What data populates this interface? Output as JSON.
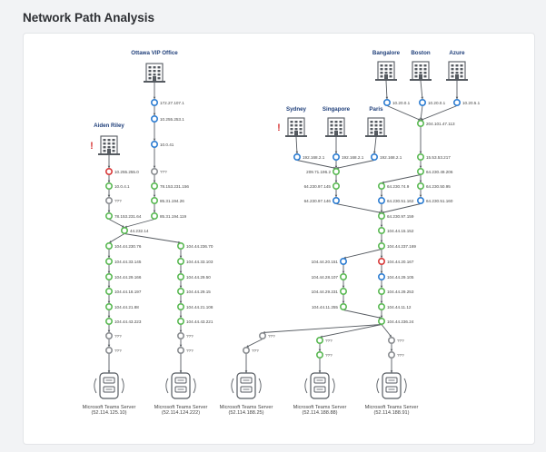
{
  "title": "Network Path Analysis",
  "colors": {
    "accent": "#2d7dd2",
    "healthy": "#5ab953",
    "unknown": "#8a8d91",
    "error": "#d83a3a",
    "line": "#555a60"
  },
  "icons": {
    "site": "building-icon",
    "server": "server-icon",
    "alert": "exclamation-icon"
  },
  "sites": [
    {
      "id": "s_aiden",
      "label": "Aiden Riley",
      "alert": true
    },
    {
      "id": "s_ottawa",
      "label": "Ottawa VIP Office",
      "alert": false
    },
    {
      "id": "s_sydney",
      "label": "Sydney",
      "alert": true
    },
    {
      "id": "s_singapore",
      "label": "Singapore",
      "alert": false
    },
    {
      "id": "s_paris",
      "label": "Paris",
      "alert": false
    },
    {
      "id": "s_bangalore",
      "label": "Bangalore",
      "alert": false
    },
    {
      "id": "s_boston",
      "label": "Boston",
      "alert": false
    },
    {
      "id": "s_azure",
      "label": "Azure",
      "alert": false
    }
  ],
  "servers": [
    {
      "id": "t1",
      "name": "Microsoft Teams Server",
      "ip": "(52.114.125.10)"
    },
    {
      "id": "t2",
      "name": "Microsoft Teams Server",
      "ip": "(52.114.124.222)"
    },
    {
      "id": "t3",
      "name": "Microsoft Teams Server",
      "ip": "(52.114.188.25)"
    },
    {
      "id": "t4",
      "name": "Microsoft Teams Server",
      "ip": "(52.114.188.88)"
    },
    {
      "id": "t5",
      "name": "Microsoft Teams Server",
      "ip": "(52.114.188.91)"
    }
  ],
  "hops": [
    {
      "id": "o1",
      "label": "172.27.107.1",
      "status": "endpoint"
    },
    {
      "id": "o2",
      "label": "10.255.253.1",
      "status": "endpoint"
    },
    {
      "id": "o3",
      "label": "10.0.41",
      "status": "endpoint"
    },
    {
      "id": "o4",
      "label": "???",
      "status": "unknown"
    },
    {
      "id": "o5",
      "label": "78.153.231.156",
      "status": "ok"
    },
    {
      "id": "o6",
      "label": "85.31.194.26",
      "status": "ok"
    },
    {
      "id": "o7",
      "label": "85.31.194.119",
      "status": "ok"
    },
    {
      "id": "a1",
      "label": "10.255.255.0",
      "status": "error"
    },
    {
      "id": "a2",
      "label": "10.0.4.1",
      "status": "ok"
    },
    {
      "id": "a3",
      "label": "???",
      "status": "unknown"
    },
    {
      "id": "a4",
      "label": "78.153.231.64",
      "status": "ok"
    },
    {
      "id": "m1",
      "label": "44.232.14",
      "status": "ok"
    },
    {
      "id": "l1",
      "label": "104.44.230.76",
      "status": "ok"
    },
    {
      "id": "l2",
      "label": "104.44.33.145",
      "status": "ok"
    },
    {
      "id": "l3",
      "label": "104.44.29.166",
      "status": "ok"
    },
    {
      "id": "l4",
      "label": "104.44.18.197",
      "status": "ok"
    },
    {
      "id": "l5",
      "label": "104.44.21.88",
      "status": "ok"
    },
    {
      "id": "l6",
      "label": "104.44.43.223",
      "status": "ok"
    },
    {
      "id": "l7",
      "label": "???",
      "status": "unknown"
    },
    {
      "id": "l8",
      "label": "???",
      "status": "unknown"
    },
    {
      "id": "r1",
      "label": "104.44.236.70",
      "status": "ok"
    },
    {
      "id": "r2",
      "label": "104.44.33.103",
      "status": "ok"
    },
    {
      "id": "r3",
      "label": "104.44.29.50",
      "status": "ok"
    },
    {
      "id": "r4",
      "label": "104.44.29.15",
      "status": "ok"
    },
    {
      "id": "r5",
      "label": "104.44.21.108",
      "status": "ok"
    },
    {
      "id": "r6",
      "label": "104.44.43.221",
      "status": "ok"
    },
    {
      "id": "r7",
      "label": "???",
      "status": "unknown"
    },
    {
      "id": "r8",
      "label": "???",
      "status": "unknown"
    },
    {
      "id": "sy1",
      "label": "192.168.2.1",
      "status": "endpoint"
    },
    {
      "id": "sg1",
      "label": "192.168.2.1",
      "status": "endpoint"
    },
    {
      "id": "pa1",
      "label": "192.168.2.1",
      "status": "endpoint"
    },
    {
      "id": "e1",
      "label": "209.71.196.2",
      "status": "ok"
    },
    {
      "id": "e2",
      "label": "64.230.97.145",
      "status": "ok"
    },
    {
      "id": "e3",
      "label": "64.230.97.146",
      "status": "endpoint"
    },
    {
      "id": "bg1",
      "label": "10.20.0.1",
      "status": "endpoint"
    },
    {
      "id": "bo1",
      "label": "10.20.0.1",
      "status": "endpoint"
    },
    {
      "id": "az1",
      "label": "10.20.5.1",
      "status": "endpoint"
    },
    {
      "id": "f1",
      "label": "204.101.47.113",
      "status": "ok"
    },
    {
      "id": "f2",
      "label": "15.53.53.217",
      "status": "ok"
    },
    {
      "id": "f3",
      "label": "64.230.49.206",
      "status": "ok"
    },
    {
      "id": "f4",
      "label": "64.230.74.9",
      "status": "ok"
    },
    {
      "id": "f5",
      "label": "64.230.50.95",
      "status": "ok"
    },
    {
      "id": "f6",
      "label": "64.230.51.162",
      "status": "endpoint"
    },
    {
      "id": "f7",
      "label": "64.230.51.160",
      "status": "endpoint"
    },
    {
      "id": "h1",
      "label": "64.230.97.159",
      "status": "ok"
    },
    {
      "id": "h2",
      "label": "104.44.15.152",
      "status": "ok"
    },
    {
      "id": "h3",
      "label": "104.44.237.169",
      "status": "ok"
    },
    {
      "id": "h4",
      "label": "104.44.20.167",
      "status": "error"
    },
    {
      "id": "h5",
      "label": "104.44.29.105",
      "status": "endpoint"
    },
    {
      "id": "h6",
      "label": "104.44.29.253",
      "status": "ok"
    },
    {
      "id": "h7",
      "label": "104.44.11.12",
      "status": "ok"
    },
    {
      "id": "h8",
      "label": "104.44.236.24",
      "status": "ok"
    },
    {
      "id": "g1",
      "label": "104.44.20.151",
      "status": "endpoint"
    },
    {
      "id": "g2",
      "label": "104.44.28.107",
      "status": "ok"
    },
    {
      "id": "g3",
      "label": "104.44.29.231",
      "status": "ok"
    },
    {
      "id": "g4",
      "label": "104.44.11.255",
      "status": "ok"
    },
    {
      "id": "x1",
      "label": "???",
      "status": "unknown"
    },
    {
      "id": "x2",
      "label": "???",
      "status": "unknown"
    },
    {
      "id": "y1",
      "label": "???",
      "status": "ok"
    },
    {
      "id": "y2",
      "label": "???",
      "status": "ok"
    },
    {
      "id": "z1",
      "label": "???",
      "status": "unknown"
    },
    {
      "id": "z2",
      "label": "???",
      "status": "unknown"
    }
  ],
  "links": [
    [
      "s_ottawa",
      "o1"
    ],
    [
      "o1",
      "o2"
    ],
    [
      "o2",
      "o3"
    ],
    [
      "o3",
      "o4"
    ],
    [
      "o4",
      "o5"
    ],
    [
      "o5",
      "o6"
    ],
    [
      "o6",
      "o7"
    ],
    [
      "o7",
      "m1"
    ],
    [
      "s_aiden",
      "a1"
    ],
    [
      "a1",
      "a2"
    ],
    [
      "a2",
      "a3"
    ],
    [
      "a3",
      "a4"
    ],
    [
      "a4",
      "m1"
    ],
    [
      "m1",
      "l1"
    ],
    [
      "l1",
      "l2"
    ],
    [
      "l2",
      "l3"
    ],
    [
      "l3",
      "l4"
    ],
    [
      "l4",
      "l5"
    ],
    [
      "l5",
      "l6"
    ],
    [
      "l6",
      "l7"
    ],
    [
      "l7",
      "l8"
    ],
    [
      "l8",
      "t1"
    ],
    [
      "m1",
      "r1"
    ],
    [
      "r1",
      "r2"
    ],
    [
      "r2",
      "r3"
    ],
    [
      "r3",
      "r4"
    ],
    [
      "r4",
      "r5"
    ],
    [
      "r5",
      "r6"
    ],
    [
      "r6",
      "r7"
    ],
    [
      "r7",
      "r8"
    ],
    [
      "r8",
      "t2"
    ],
    [
      "s_sydney",
      "sy1"
    ],
    [
      "s_singapore",
      "sg1"
    ],
    [
      "s_paris",
      "pa1"
    ],
    [
      "sy1",
      "e1"
    ],
    [
      "sg1",
      "e1"
    ],
    [
      "pa1",
      "e1"
    ],
    [
      "e1",
      "e2"
    ],
    [
      "e2",
      "e3"
    ],
    [
      "e3",
      "h1"
    ],
    [
      "s_bangalore",
      "bg1"
    ],
    [
      "s_boston",
      "bo1"
    ],
    [
      "s_azure",
      "az1"
    ],
    [
      "bg1",
      "f1"
    ],
    [
      "bo1",
      "f1"
    ],
    [
      "az1",
      "f1"
    ],
    [
      "f1",
      "f2"
    ],
    [
      "f2",
      "f3"
    ],
    [
      "f3",
      "f4"
    ],
    [
      "f3",
      "f5"
    ],
    [
      "f4",
      "f6"
    ],
    [
      "f5",
      "f7"
    ],
    [
      "f6",
      "h1"
    ],
    [
      "f7",
      "h1"
    ],
    [
      "h1",
      "h2"
    ],
    [
      "h2",
      "h3"
    ],
    [
      "h3",
      "h4"
    ],
    [
      "h4",
      "h5"
    ],
    [
      "h5",
      "h6"
    ],
    [
      "h6",
      "h7"
    ],
    [
      "h7",
      "h8"
    ],
    [
      "h3",
      "g1"
    ],
    [
      "g1",
      "g2"
    ],
    [
      "g2",
      "g3"
    ],
    [
      "g3",
      "g4"
    ],
    [
      "g4",
      "h8"
    ],
    [
      "h8",
      "x1"
    ],
    [
      "x1",
      "x2"
    ],
    [
      "x2",
      "t3"
    ],
    [
      "h8",
      "y1"
    ],
    [
      "y1",
      "y2"
    ],
    [
      "y2",
      "t4"
    ],
    [
      "h8",
      "z1"
    ],
    [
      "z1",
      "z2"
    ],
    [
      "z2",
      "t5"
    ]
  ]
}
